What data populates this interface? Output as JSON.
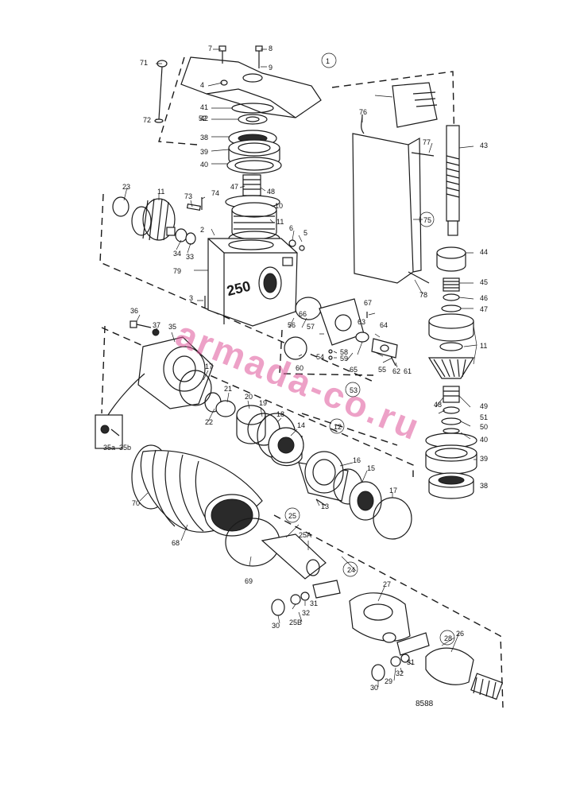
{
  "diagram": {
    "figure_number": "8588",
    "watermark": "armada-co.ru",
    "watermark_color": "#e0559a",
    "part_labels": [
      "1",
      "2",
      "3",
      "4",
      "5",
      "6",
      "7",
      "8",
      "9",
      "10",
      "11",
      "11",
      "11",
      "12",
      "13",
      "14",
      "15",
      "16",
      "17",
      "17",
      "18",
      "19",
      "20",
      "21",
      "22",
      "23",
      "24",
      "25",
      "25A",
      "25B",
      "26",
      "27",
      "28",
      "29",
      "30",
      "30",
      "31",
      "31",
      "32",
      "32",
      "33",
      "34",
      "35",
      "35a",
      "35b",
      "36",
      "37",
      "38",
      "38",
      "39",
      "39",
      "40",
      "40",
      "41",
      "42",
      "43",
      "44",
      "45",
      "46",
      "47",
      "47",
      "48",
      "48",
      "49",
      "50",
      "51",
      "52",
      "53",
      "54",
      "55",
      "56",
      "57",
      "58",
      "59",
      "60",
      "61",
      "62",
      "63",
      "64",
      "65",
      "66",
      "67",
      "68",
      "69",
      "70",
      "71",
      "72",
      "73",
      "74",
      "75",
      "76",
      "77",
      "78",
      "79"
    ],
    "housing_embossed_text": "250"
  }
}
